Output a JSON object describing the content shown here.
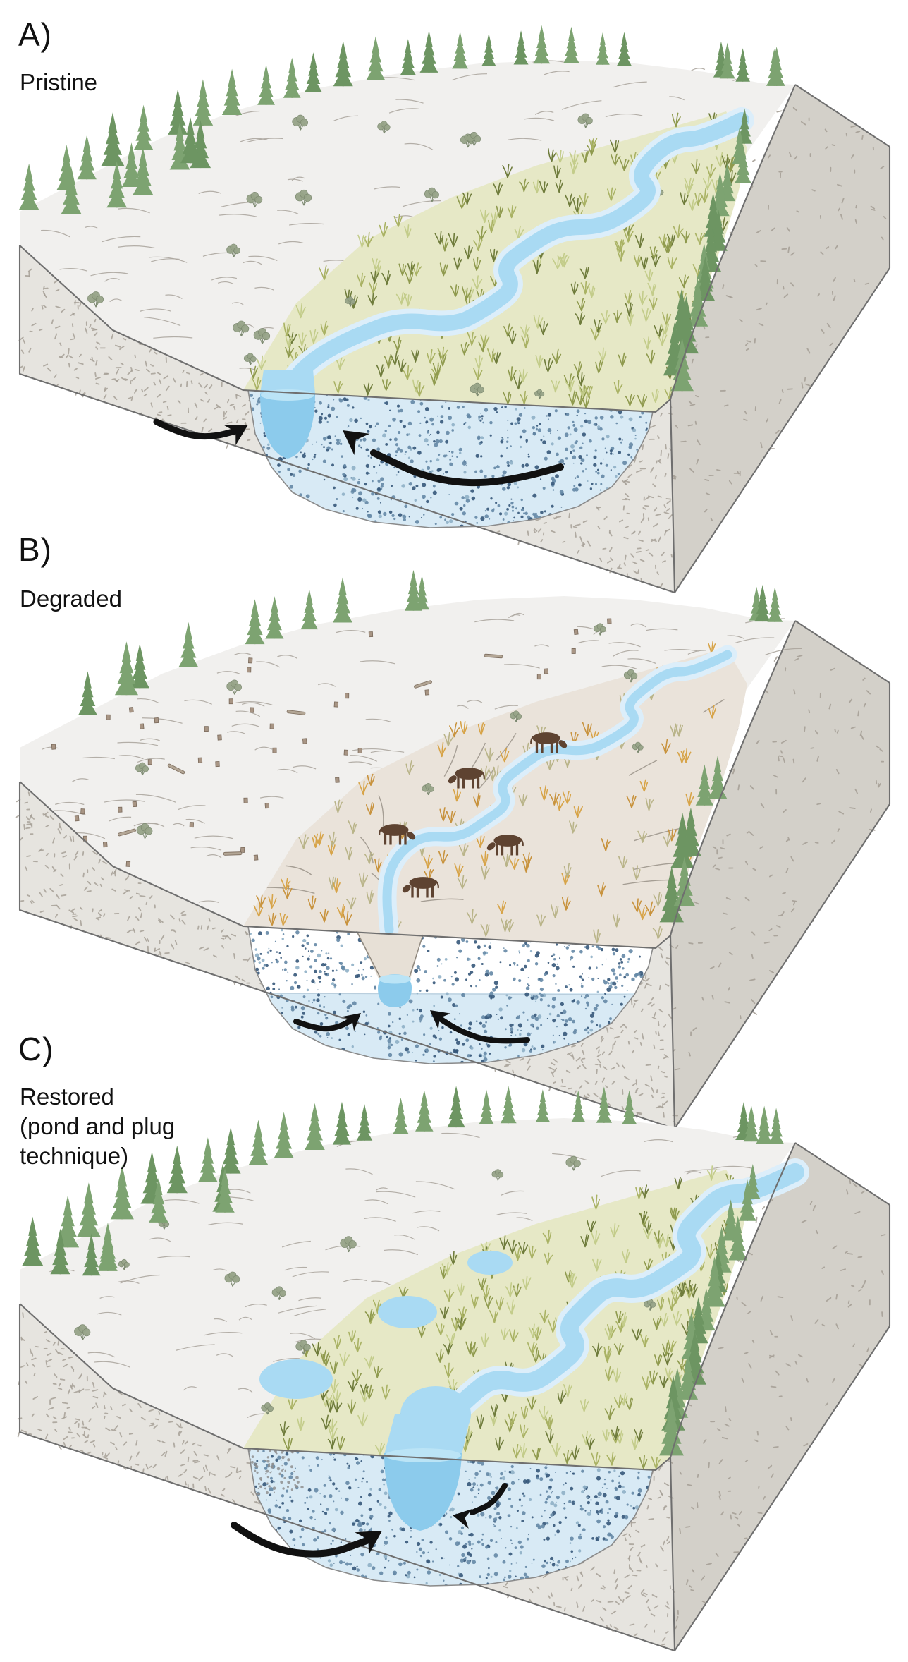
{
  "figure": {
    "panels": [
      {
        "id": "A",
        "label": "A)",
        "caption": "Pristine",
        "scene": "pristine",
        "features": {
          "water_table": "high, at meadow surface",
          "stream": "meandering surface stream",
          "groundwater_flow": "arrows converge toward stream",
          "cattle": 0,
          "ponds": 0,
          "plug": false,
          "hillslope": "forested conifers with shrubs",
          "meadow": "wet grassy meadow"
        }
      },
      {
        "id": "B",
        "label": "B)",
        "caption": "Degraded",
        "scene": "degraded",
        "features": {
          "water_table": "lowered, upper alluvium dewatered",
          "stream": "straightened stream incised in gully",
          "groundwater_flow": "arrows converge toward incised channel",
          "cattle": 5,
          "ponds": 0,
          "plug": false,
          "hillslope": "logged, stumps and downed logs",
          "meadow": "dry grazed meadow with erosion lines"
        }
      },
      {
        "id": "C",
        "label": "C)",
        "caption": "Restored\n(pond and plug\ntechnique)",
        "scene": "restored",
        "features": {
          "water_table": "high, restored to meadow surface",
          "stream": "re-meandered stream with widened pool",
          "groundwater_flow": "arrows converge toward stream",
          "cattle": 0,
          "ponds": 3,
          "plug": true,
          "hillslope": "forested conifers with shrubs",
          "meadow": "wet grassy meadow with ponds"
        }
      }
    ]
  },
  "colors": {
    "page": "#ffffff",
    "hillslope": "#f1f0ee",
    "contour": "#a8a29a",
    "meadow_wet": "#e6e8c6",
    "meadow_dry": "#eae3da",
    "grass_wet": [
      "#8f9a4e",
      "#a9b264",
      "#6f7c3c",
      "#c3cc8a"
    ],
    "grass_dry": [
      "#d7a449",
      "#c8933e",
      "#b9b489"
    ],
    "water": "#a9daf3",
    "water_halo": "#dceefa",
    "pool_dark": "#8ccbec",
    "pool_light": "#bbe4f6",
    "fill_saturated": "#d8eaf5",
    "fill_unsaturated": "#ffffff",
    "speckles": [
      "#6588a6",
      "#36587a",
      "#8fb0c6"
    ],
    "plug_speckle": "#8f8f8f",
    "bedrock_front": "#e6e4df",
    "bedrock_side": "#d3d0c9",
    "bedrock_dash": "#a6a097",
    "gully_wall": "#e7e0d6",
    "tree_foliage": "#7da371",
    "tree_foliage_dark": "#6d9562",
    "tree_trunk": "#8d7f70",
    "shrub": "#97a488",
    "shrub_line": "#7b886f",
    "stump": "#a89584",
    "stump_line": "#7a6a5b",
    "log": "#b3a695",
    "cow": "#5e4331",
    "arrow": "#111111",
    "outline": "#6f6f6f",
    "fill_outline": "#8a8a8a",
    "erosion": "#9d968c"
  }
}
